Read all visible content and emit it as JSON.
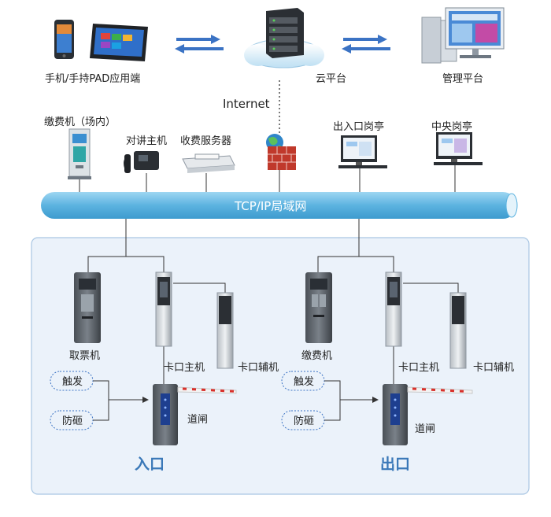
{
  "top": {
    "mobile_label": "手机/手持PAD应用端",
    "cloud_label": "云平台",
    "management_label": "管理平台",
    "internet_label": "Internet"
  },
  "middle": {
    "payment_kiosk_label": "缴费机（场内）",
    "intercom_label": "对讲主机",
    "fee_server_label": "收费服务器",
    "gate_booth_label": "出入口岗亭",
    "central_booth_label": "中央岗亭"
  },
  "network": {
    "bus_label": "TCP/IP局域网"
  },
  "entrance": {
    "ticket_machine_label": "取票机",
    "main_unit_label": "卡口主机",
    "aux_unit_label": "卡口辅机",
    "trigger_label": "触发",
    "anti_smash_label": "防砸",
    "barrier_label": "道闸",
    "zone_label": "入口"
  },
  "exit": {
    "payment_machine_label": "缴费机",
    "main_unit_label": "卡口主机",
    "aux_unit_label": "卡口辅机",
    "trigger_label": "触发",
    "anti_smash_label": "防砸",
    "barrier_label": "道闸",
    "zone_label": "出口"
  },
  "colors": {
    "bus": "#5cb3e0",
    "panel_fill": "#ebf2fa",
    "panel_border": "#a9c6e3",
    "arrow": "#3b73c4",
    "zone_text": "#3a78b8",
    "firewall": "#c0392b",
    "barrier_stripe": "#d9302b"
  },
  "icons": {
    "phone": "smartphone-icon",
    "tablet": "tablet-icon",
    "server": "server-rack-icon",
    "cloud": "cloud-icon",
    "management": "computer-workstation-icon",
    "globe": "globe-icon",
    "firewall": "firewall-icon",
    "kiosk": "kiosk-icon",
    "telephone": "telephone-icon",
    "printer": "receipt-printer-icon",
    "monitor": "desktop-monitor-icon",
    "barrier": "barrier-gate-icon"
  }
}
